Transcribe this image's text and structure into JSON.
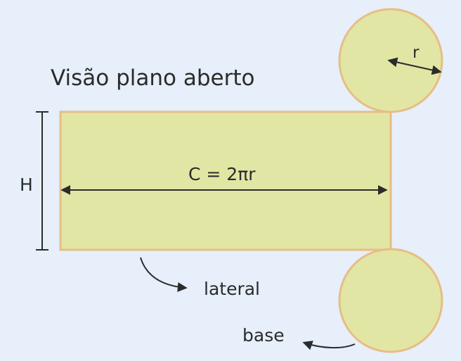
{
  "title": "Visão plano aberto",
  "labels": {
    "height": "H",
    "circumference": "C = 2πr",
    "radius": "r",
    "lateral": "lateral",
    "base": "base"
  },
  "colors": {
    "background": "#e6effa",
    "shape_fill": "#e2e6a4",
    "shape_stroke": "#e7bd86",
    "ink": "#2b2b2b"
  }
}
